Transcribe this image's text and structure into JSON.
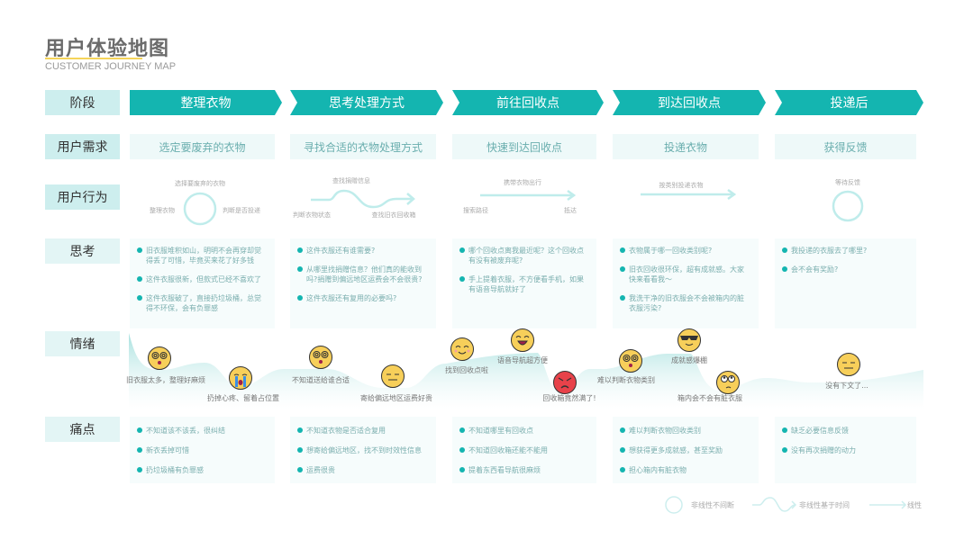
{
  "header": {
    "title": "用户体验地图",
    "subtitle": "CUSTOMER JOURNEY MAP"
  },
  "row_labels": {
    "stage": "阶段",
    "needs": "用户需求",
    "actions": "用户行为",
    "thoughts": "思考",
    "emotions": "情绪",
    "pain": "痛点"
  },
  "stages": [
    "整理衣物",
    "思考处理方式",
    "前往回收点",
    "到达回收点",
    "投递后"
  ],
  "needs": [
    "选定要废弃的衣物",
    "寻找合适的衣物处理方式",
    "快速到达回收点",
    "投递衣物",
    "获得反馈"
  ],
  "actions": [
    {
      "type": "non-linear-continuous",
      "labels": [
        "选择要废弃的衣物",
        "整理衣物",
        "判断是否投递"
      ]
    },
    {
      "type": "non-linear-time",
      "labels": [
        "查找捐赠信息",
        "判断衣物状态",
        "查找旧衣回收箱"
      ]
    },
    {
      "type": "linear",
      "labels": [
        "携带衣物出行",
        "搜索路径",
        "抵达"
      ]
    },
    {
      "type": "linear",
      "labels": [
        "按类别投递衣物"
      ]
    },
    {
      "type": "non-linear-continuous",
      "labels": [
        "等待反馈"
      ]
    }
  ],
  "thoughts": [
    [
      "旧衣服堆积如山，明明不会再穿却觉得丢了可惜，毕竟买来花了好多钱",
      "这件衣服很新，但款式已经不喜欢了",
      "这件衣服破了，直接扔垃圾桶，总觉得不环保，会有负罪感"
    ],
    [
      "这件衣服还有谁需要?",
      "从哪里找捐赠信息？他们真的能收到吗?捐赠到偏远地区运费会不会很贵?",
      "这件衣服还有复用的必要吗?"
    ],
    [
      "哪个回收点离我最近呢？这个回收点有没有被废弃呢?",
      "手上提着衣服，不方便看手机，如果有语音导航就好了"
    ],
    [
      "衣物属于哪一回收类别呢?",
      "旧衣回收很环保，超有成就感。大家快来看看我～",
      "我洗干净的旧衣服会不会被箱内的脏衣服污染?"
    ],
    [
      "我投递的衣服去了哪里?",
      "会不会有奖励?"
    ]
  ],
  "emotions": [
    {
      "mood": "dizzy",
      "label": "旧衣服太多，整理好麻烦"
    },
    {
      "mood": "crying",
      "label": "扔掉心疼、留着占位置"
    },
    {
      "mood": "dizzy",
      "label": "不知道送给谁合适"
    },
    {
      "mood": "neutral",
      "label": "寄给偏远地区运费好贵"
    },
    {
      "mood": "happy",
      "label": "找到回收点啦"
    },
    {
      "mood": "laughing",
      "label": "语音导航超方便"
    },
    {
      "mood": "angry",
      "label": "回收箱竟然满了!"
    },
    {
      "mood": "dizzy",
      "label": "难以判断衣物类别"
    },
    {
      "mood": "cool",
      "label": "成就感爆棚"
    },
    {
      "mood": "rolling-eyes",
      "label": "箱内会不会有脏衣服"
    },
    {
      "mood": "neutral",
      "label": "没有下文了..."
    }
  ],
  "pain_points": [
    [
      "不知道该不该丢，很纠结",
      "新衣丢掉可惜",
      "扔垃圾桶有负罪感"
    ],
    [
      "不知道衣物是否适合复用",
      "想寄给偏远地区，找不到时效性信息",
      "运费很贵"
    ],
    [
      "不知道哪里有回收点",
      "不知道回收箱还能不能用",
      "提着东西看导航很麻烦"
    ],
    [
      "难以判断衣物回收类别",
      "想获得更多成就感，甚至奖励",
      "担心箱内有脏衣物"
    ],
    [
      "缺乏必要信息反馈",
      "没有再次捐赠的动力"
    ]
  ],
  "legend": {
    "non_linear_continuous": "非线性不间断",
    "non_linear_time": "非线性基于时间",
    "linear": "线性"
  },
  "colors": {
    "accent": "#14b5b0",
    "label_bg": "#cdeeee",
    "panel_bg": "#f6fcfc",
    "underline": "#f5d45a",
    "face": "#f7cf5a",
    "angry": "#e8424a"
  }
}
